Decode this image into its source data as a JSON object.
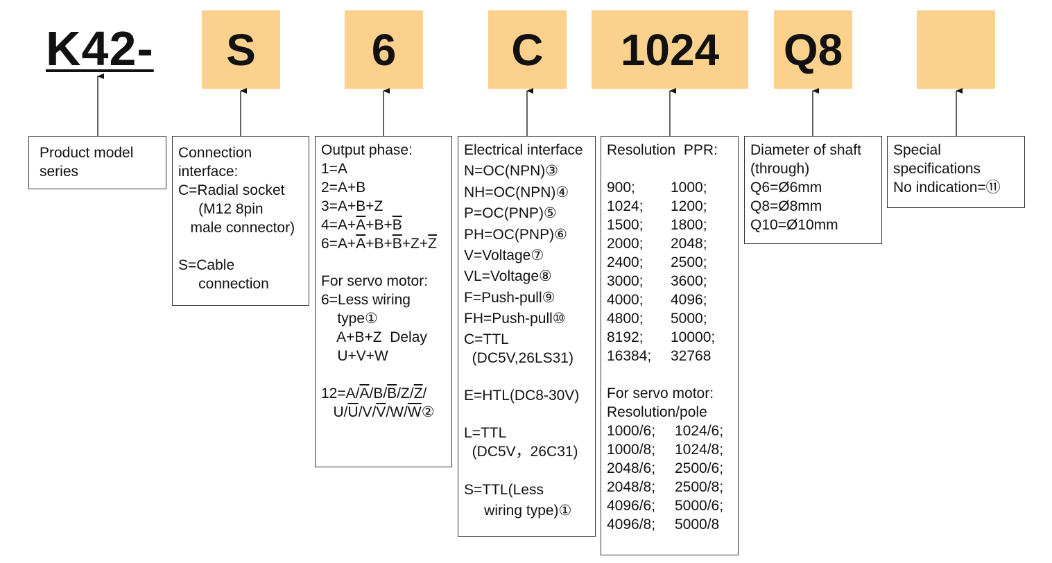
{
  "model_prefix": "K42-",
  "code_boxes": [
    {
      "id": "connection",
      "value": "S"
    },
    {
      "id": "output_phase",
      "value": "6"
    },
    {
      "id": "electrical",
      "value": "C"
    },
    {
      "id": "resolution",
      "value": "1024"
    },
    {
      "id": "shaft",
      "value": "Q8"
    },
    {
      "id": "special",
      "value": ""
    }
  ],
  "product_series": {
    "lines": [
      "Product model",
      "series"
    ]
  },
  "connection_interface": {
    "lines": [
      "Connection",
      "interface:",
      "C=Radial socket",
      "     (M12 8pin",
      "   male connector)",
      "",
      "S=Cable",
      "     connection"
    ]
  },
  "output_phase": {
    "lines": [
      "Output phase:",
      "1=A",
      "2=A+B",
      "3=A+B+Z",
      "4=A+A+B+B",
      "6=A+A+B+B+Z+Z",
      "",
      "For servo motor:",
      "6=Less wiring",
      "    type①",
      "    A+B+Z  Delay",
      "    U+V+W",
      "",
      "12=A/A/B/B/Z/Z/",
      "   U/U/V/V/W/W②"
    ]
  },
  "electrical_interface": {
    "lines": [
      "Electrical interface",
      "N=OC(NPN)③",
      "NH=OC(NPN)④",
      "P=OC(PNP)⑤",
      "PH=OC(PNP)⑥",
      "V=Voltage⑦",
      "VL=Voltage⑧",
      "F=Push-pull⑨",
      "FH=Push-pull⑩",
      "C=TTL",
      "  (DC5V,26LS31)",
      "",
      "E=HTL(DC8-30V)",
      "",
      "L=TTL",
      "  (DC5V，26C31)",
      "",
      "S=TTL(Less",
      "     wiring type)①"
    ]
  },
  "resolution": {
    "header": "Resolution  PPR:",
    "ppr_pairs": [
      [
        "900;",
        "1000;"
      ],
      [
        "1024;",
        "1200;"
      ],
      [
        "1500;",
        "1800;"
      ],
      [
        "2000;",
        "2048;"
      ],
      [
        "2400;",
        "2500;"
      ],
      [
        "3000;",
        "3600;"
      ],
      [
        "4000;",
        "4096;"
      ],
      [
        "4800;",
        "5000;"
      ],
      [
        "8192;",
        "10000;"
      ],
      [
        "16384;",
        "32768"
      ]
    ],
    "servo_header": "For servo motor:",
    "servo_subheader": "Resolution/pole",
    "servo_pairs": [
      [
        "1000/6;",
        "1024/6;"
      ],
      [
        "1000/8;",
        "1024/8;"
      ],
      [
        "2048/6;",
        "2500/6;"
      ],
      [
        "2048/8;",
        "2500/8;"
      ],
      [
        "4096/6;",
        "5000/6;"
      ],
      [
        "4096/8;",
        "5000/8"
      ]
    ]
  },
  "shaft": {
    "lines": [
      "Diameter of shaft",
      "(through)",
      "Q6=Ø6mm",
      "Q8=Ø8mm",
      "Q10=Ø10mm"
    ]
  },
  "special": {
    "lines": [
      "Special",
      "specifications",
      "No indication=⑪"
    ]
  }
}
